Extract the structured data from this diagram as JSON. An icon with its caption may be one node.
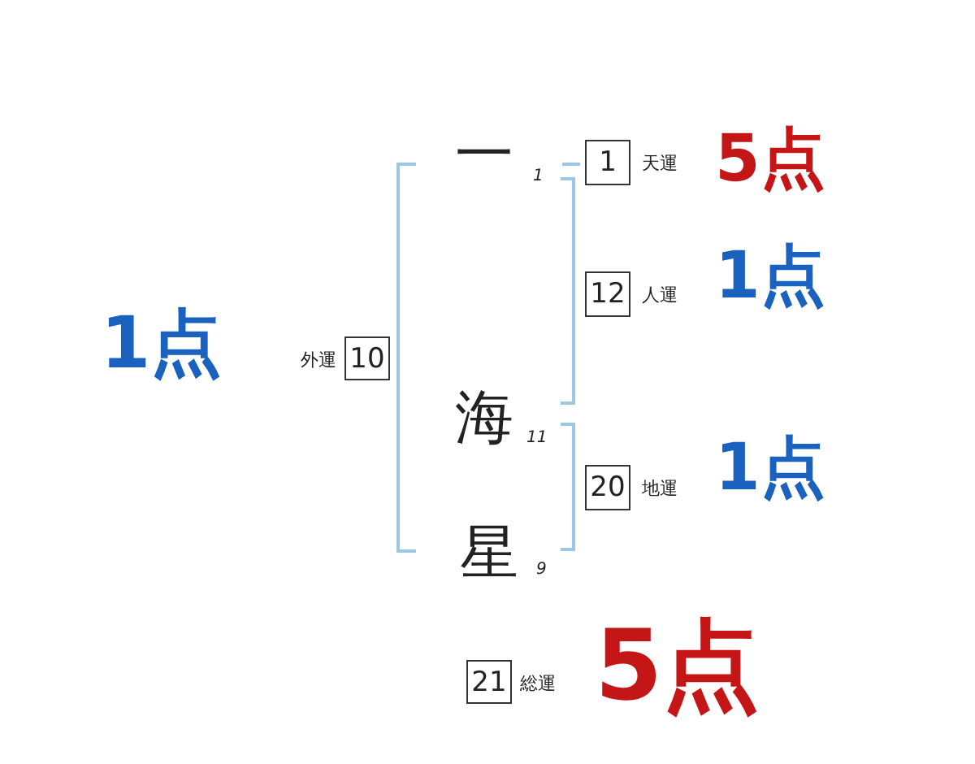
{
  "diagram": {
    "nodes": [
      {
        "text": [
          "1"
        ],
        "beside": [
          "天運",
          "5点"
        ]
      },
      {
        "text": [
          "12"
        ],
        "beside": [
          "人運",
          "1点"
        ]
      },
      {
        "text": [
          "10"
        ],
        "beside": [
          "外運",
          "1点"
        ]
      },
      {
        "text": [
          "20"
        ],
        "beside": [
          "地運",
          "1点"
        ]
      },
      {
        "text": [
          "21"
        ],
        "beside": [
          "総運",
          "5点"
        ]
      }
    ],
    "labels": [
      "一",
      "1",
      "海",
      "11",
      "星",
      "9"
    ]
  }
}
